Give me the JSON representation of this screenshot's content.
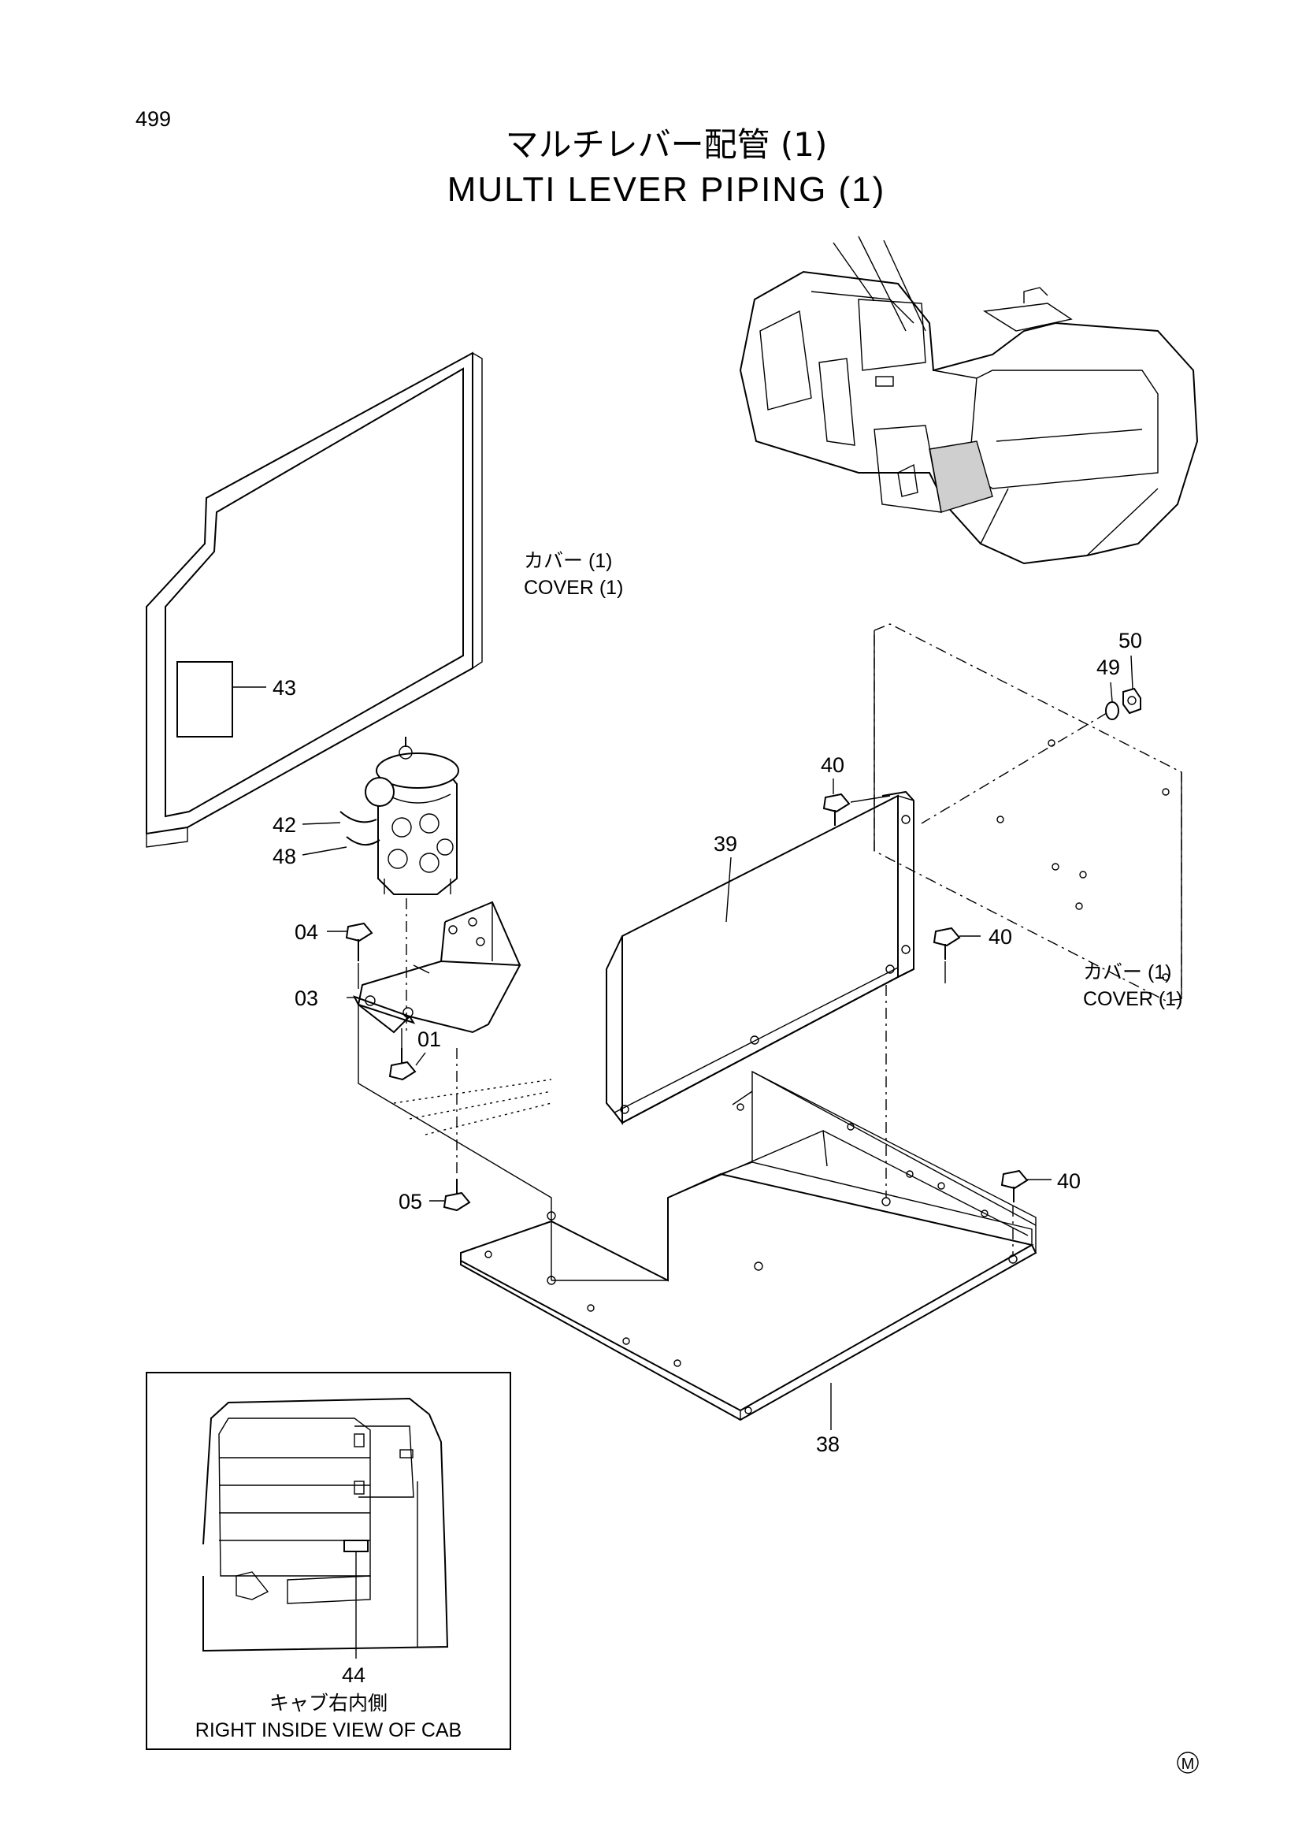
{
  "page": {
    "number": "499",
    "title_jp": "マルチレバー配管 (1)",
    "title_en": "MULTI LEVER PIPING (1)",
    "corner_mark": "M"
  },
  "callouts": {
    "cover_upper_jp": "カバー (1)",
    "cover_upper_en": "COVER (1)",
    "cover_right_jp": "カバー (1)",
    "cover_right_en": "COVER (1)"
  },
  "parts": {
    "p43": "43",
    "p50": "50",
    "p49": "49",
    "p40_top": "40",
    "p39": "39",
    "p42": "42",
    "p48": "48",
    "p04": "04",
    "p03": "03",
    "p01": "01",
    "p40_mid": "40",
    "p05": "05",
    "p40_low": "40",
    "p38": "38",
    "p44": "44"
  },
  "inset": {
    "label_jp": "キャブ右内側",
    "label_en": "RIGHT INSIDE VIEW OF CAB"
  }
}
